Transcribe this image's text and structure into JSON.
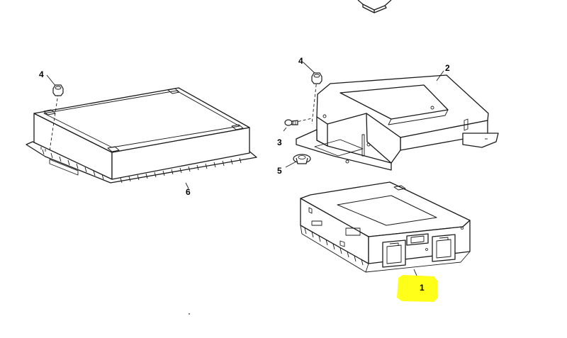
{
  "diagram": {
    "callouts": {
      "part_1": "1",
      "part_2": "2",
      "part_3": "3",
      "part_4_left": "4",
      "part_4_right": "4",
      "part_5": "5",
      "part_6": "6"
    },
    "highlight_color": "#FFFF1A",
    "line_color": "#1a1a1a"
  }
}
